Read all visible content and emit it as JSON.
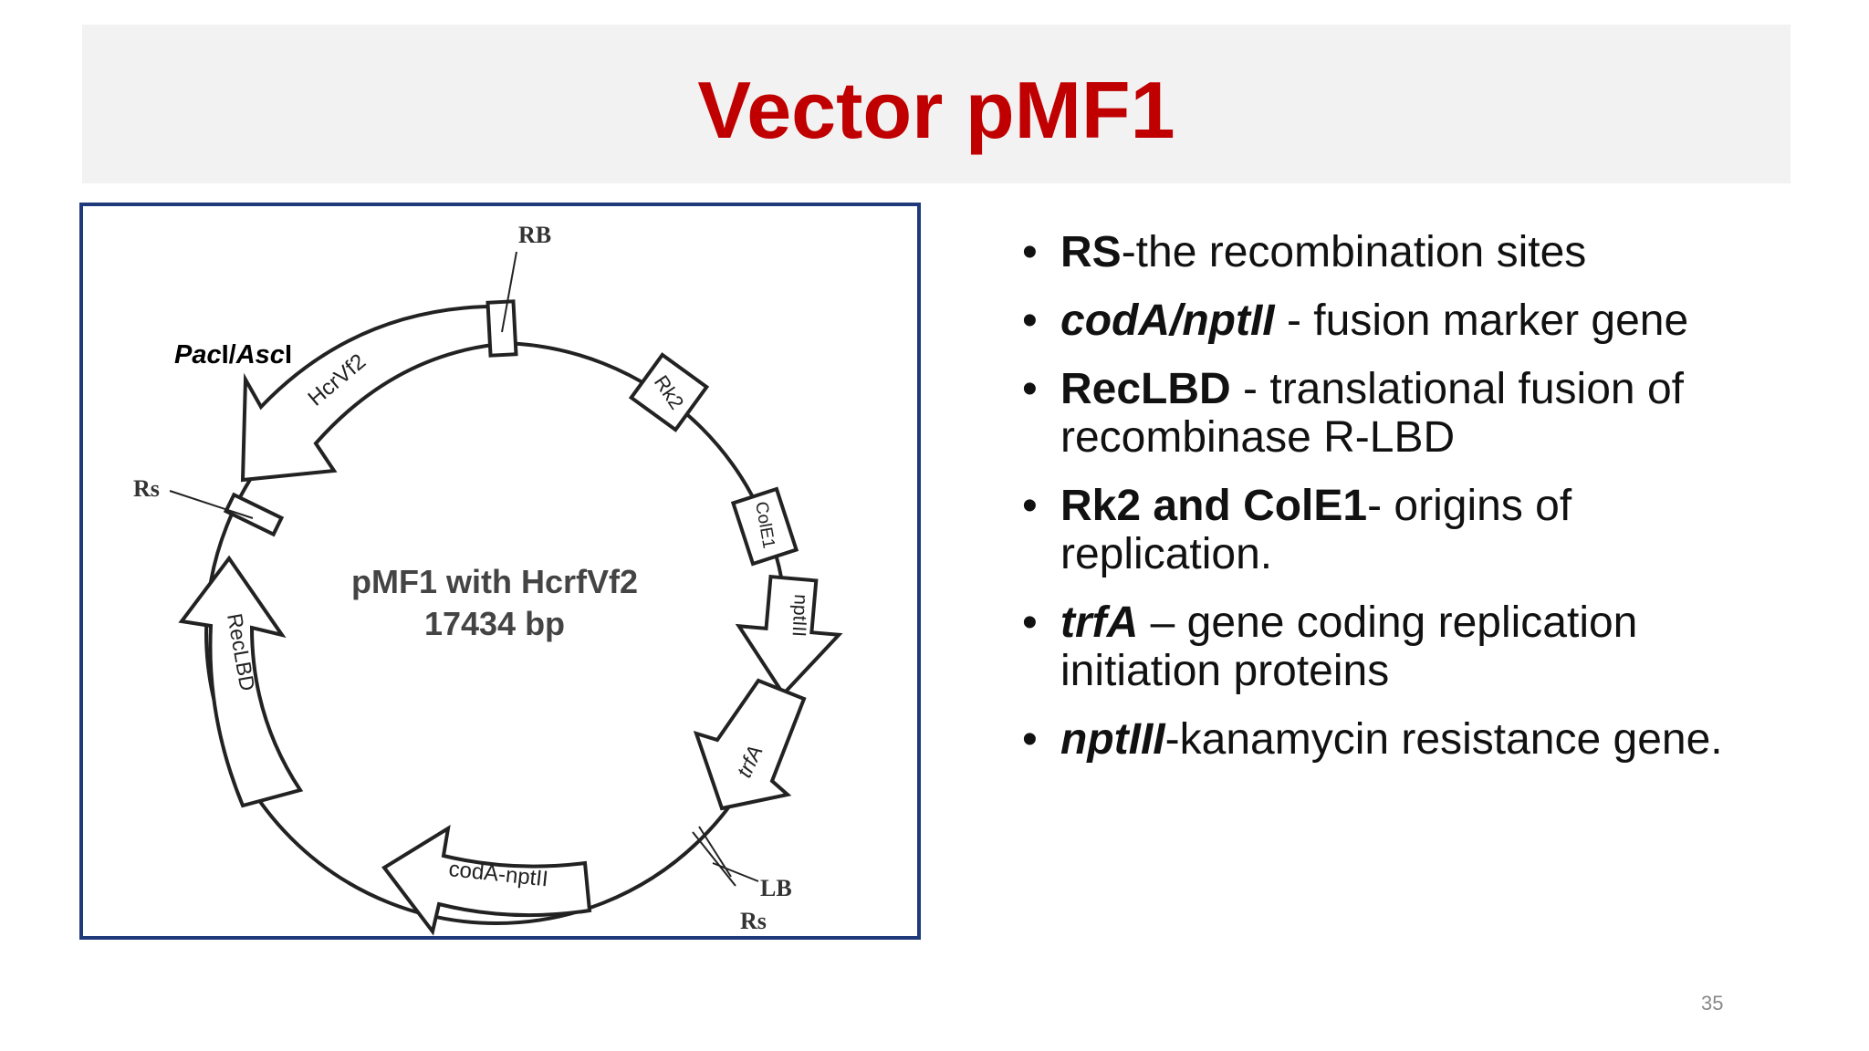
{
  "slide": {
    "title": "Vector pMF1",
    "page_number": "35"
  },
  "diagram": {
    "center_title": "pMF1 with HcrfVf2",
    "center_size": "17434 bp",
    "labels": {
      "rb": "RB",
      "rs_left": "Rs",
      "lb": "LB",
      "rs_bottom": "Rs",
      "paci_asci": "PacI/AscI"
    },
    "features": {
      "hcrfvf2": "HcrVf2",
      "rk2": "Rk2",
      "cole1": "ColE1",
      "nptiii": "nptIII",
      "trfa": "trfA",
      "coda_nptii": "codA-nptII",
      "reclbd": "RecLBD"
    }
  },
  "bullets": [
    {
      "key": "RS",
      "rest": "-the recombination sites"
    },
    {
      "key": "codA/nptII",
      "rest": " - fusion marker gene"
    },
    {
      "key": "RecLBD",
      "rest": " - translational fusion of recombinase R-LBD"
    },
    {
      "key": "Rk2 and ColE1",
      "rest": "- origins of replication."
    },
    {
      "key": "trfA",
      "rest": " – gene coding replication initiation proteins"
    },
    {
      "key": "nptIII",
      "rest": "-kanamycin resistance gene."
    }
  ]
}
